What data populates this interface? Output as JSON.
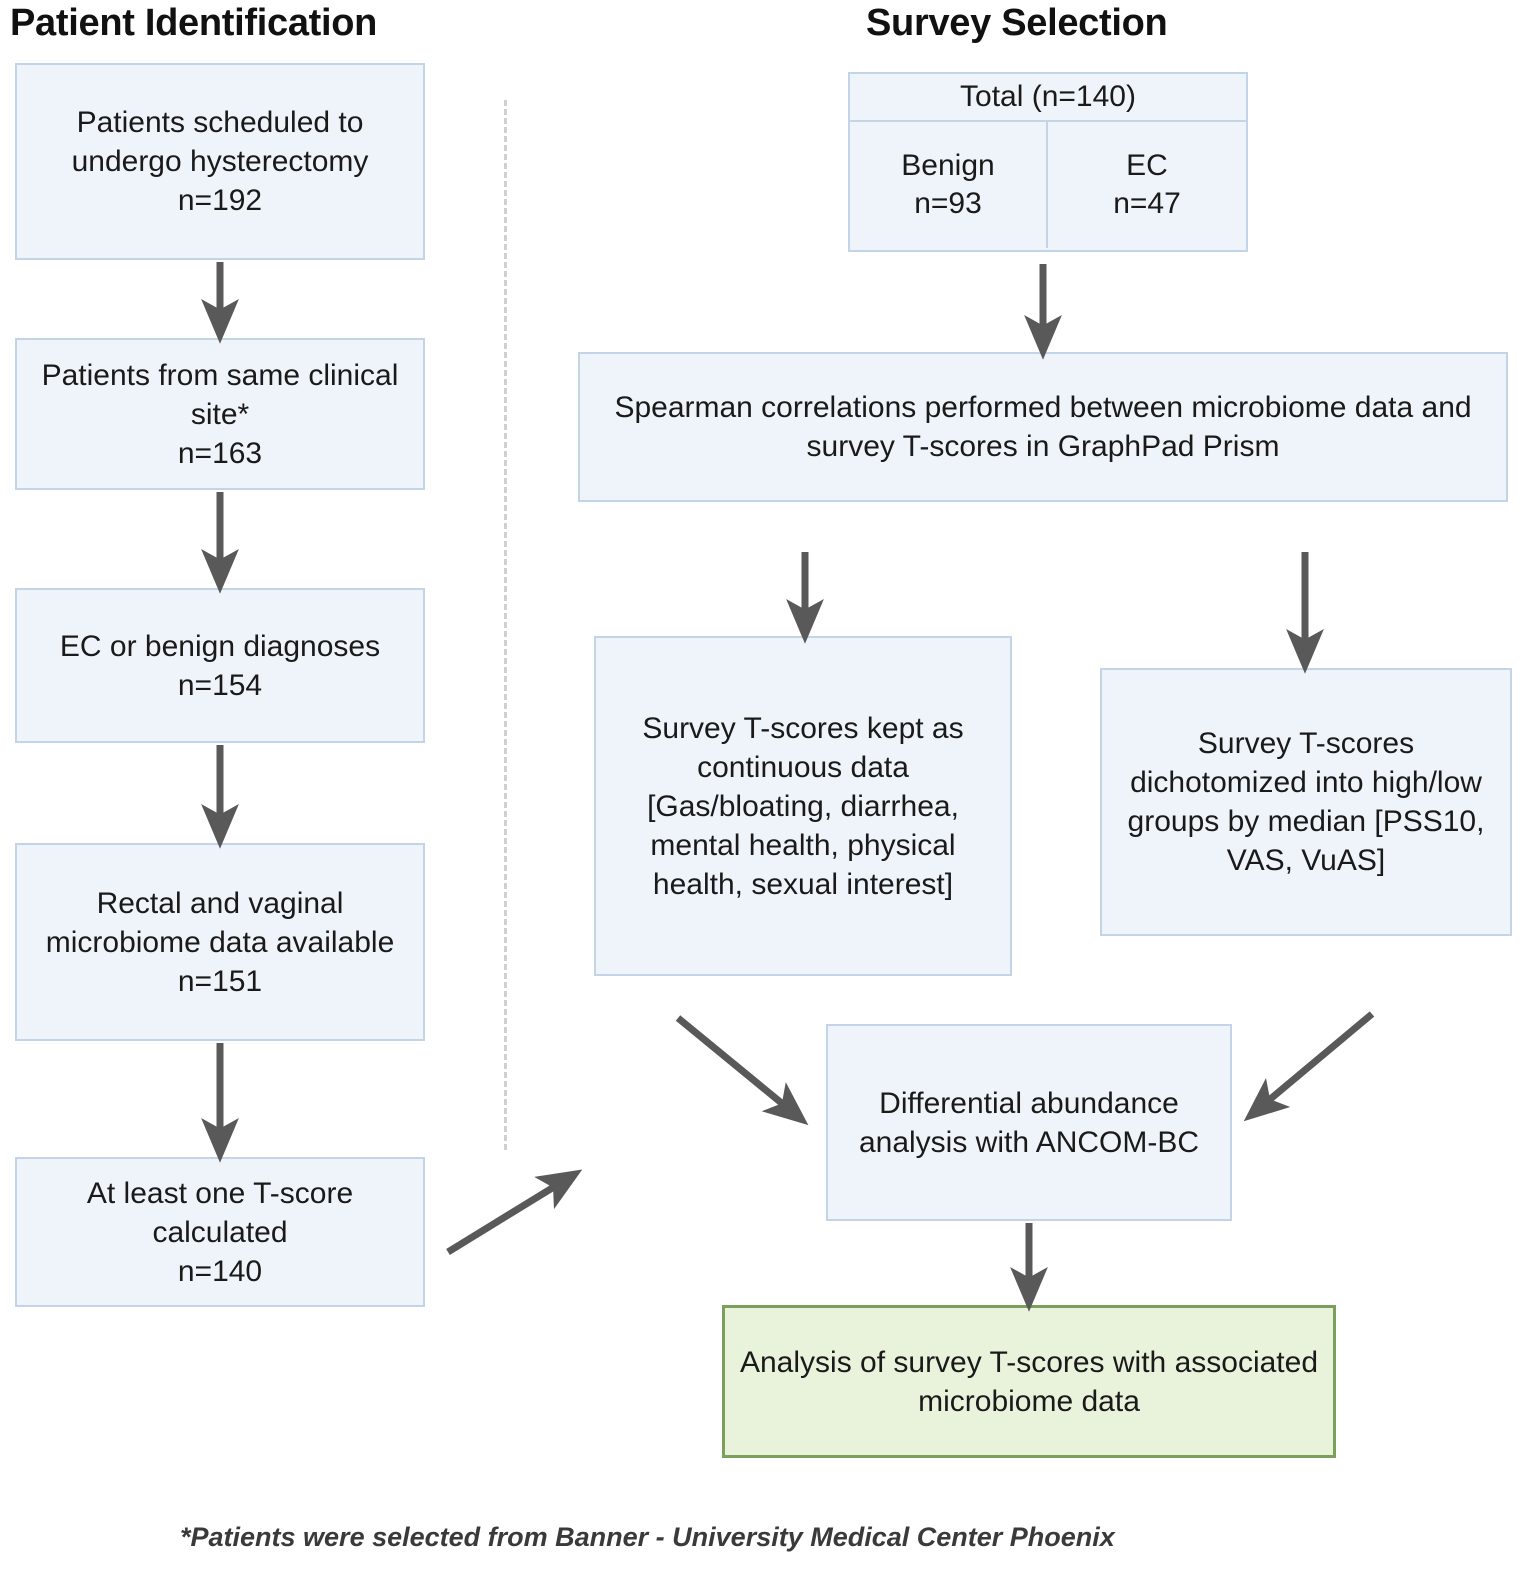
{
  "columns": {
    "left_title": "Patient Identification",
    "right_title": "Survey Selection"
  },
  "left_flow": [
    {
      "id": "scheduled",
      "text": "Patients scheduled to undergo hysterectomy\nn=192"
    },
    {
      "id": "same-site",
      "text": "Patients from same clinical site*\nn=163"
    },
    {
      "id": "diagnoses",
      "text": "EC or benign diagnoses\nn=154"
    },
    {
      "id": "microbiome",
      "text": "Rectal and vaginal microbiome data available\nn=151"
    },
    {
      "id": "tscore",
      "text": "At least one T-score calculated\nn=140"
    }
  ],
  "group_table": {
    "total_label": "Total (n=140)",
    "cells": [
      {
        "id": "benign",
        "text": "Benign\nn=93"
      },
      {
        "id": "ec",
        "text": "EC\nn=47"
      }
    ]
  },
  "right_flow": {
    "spearman": "Spearman correlations performed between microbiome data and survey T-scores in GraphPad Prism",
    "continuous": "Survey T-scores kept as continuous data [Gas/bloating, diarrhea, mental health, physical health, sexual interest]",
    "dichotomized": "Survey T-scores dichotomized into high/low groups by median [PSS10, VAS, VuAS]",
    "ancom": "Differential abundance analysis with ANCOM-BC",
    "outcome": "Analysis of survey T-scores with associated microbiome data"
  },
  "footnote": "*Patients were selected from Banner - University Medical Center Phoenix",
  "colors": {
    "node_fill": "#eff4fa",
    "node_border": "#c3d4e8",
    "outcome_fill": "#e9f2db",
    "outcome_border": "#7ba05b",
    "arrow": "#595959",
    "divider": "#d0d0d0",
    "text": "#1a1a1a"
  }
}
